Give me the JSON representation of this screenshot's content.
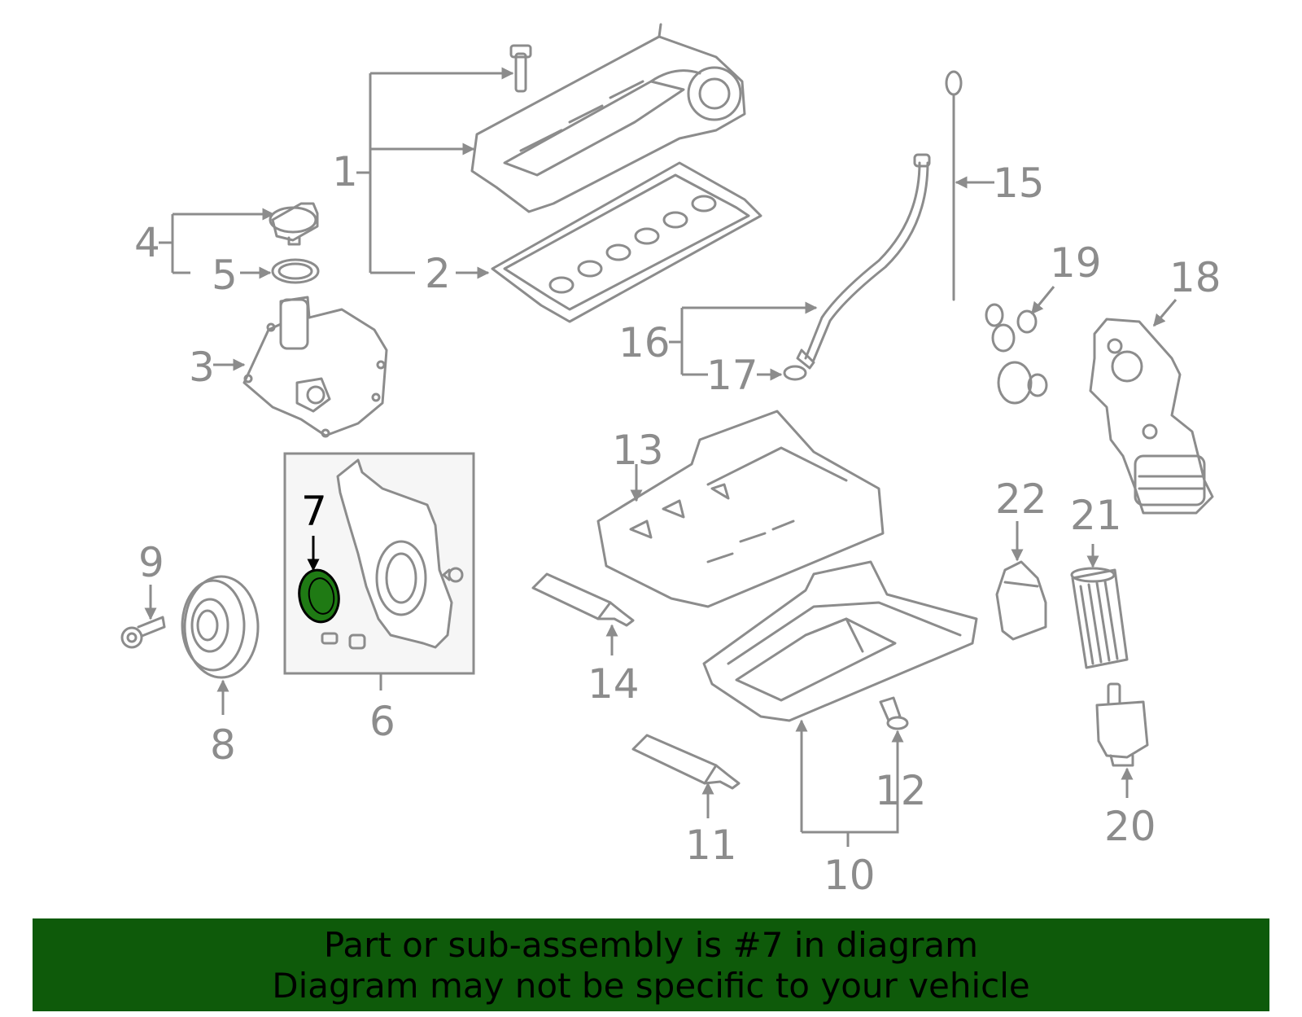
{
  "callouts": {
    "c1": "1",
    "c2": "2",
    "c3": "3",
    "c4": "4",
    "c5": "5",
    "c6": "6",
    "c7": "7",
    "c8": "8",
    "c9": "9",
    "c10": "10",
    "c11": "11",
    "c12": "12",
    "c13": "13",
    "c14": "14",
    "c15": "15",
    "c16": "16",
    "c17": "17",
    "c18": "18",
    "c19": "19",
    "c20": "20",
    "c21": "21",
    "c22": "22"
  },
  "banner": {
    "line1": "Part or sub-assembly is #7 in diagram",
    "line2": "Diagram may not be specific to your vehicle"
  },
  "colors": {
    "line": "#8c8c8c",
    "highlight_part": "#1f7a14",
    "banner_bg": "#0e5a0a",
    "highlight_box": "#f6f6f6"
  },
  "highlighted_part": "7"
}
